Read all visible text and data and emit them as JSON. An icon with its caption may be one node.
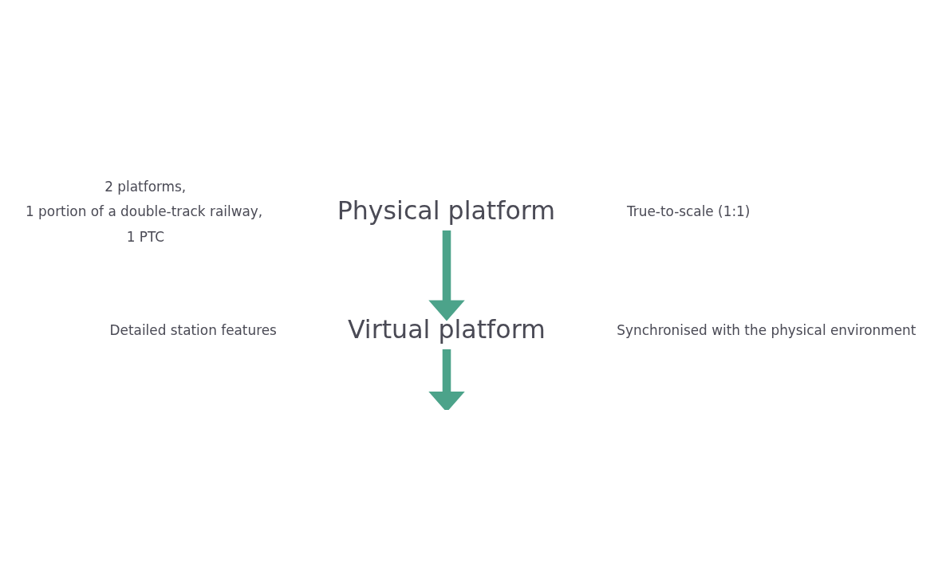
{
  "diagram": {
    "nodes": [
      {
        "text": [
          "Physical platform"
        ]
      },
      {
        "text": [
          "Virtual platform"
        ]
      }
    ],
    "edges": [
      {
        "from": 0,
        "to": 1,
        "arrow": "to"
      },
      {
        "from": 1,
        "to": null,
        "arrow": "to"
      }
    ],
    "labels": [
      "2 platforms,",
      "1 portion of a double-track railway,",
      "1 PTC",
      "True-to-scale (1:1)",
      "Detailed station features",
      "Synchronised with the physical environment"
    ]
  }
}
